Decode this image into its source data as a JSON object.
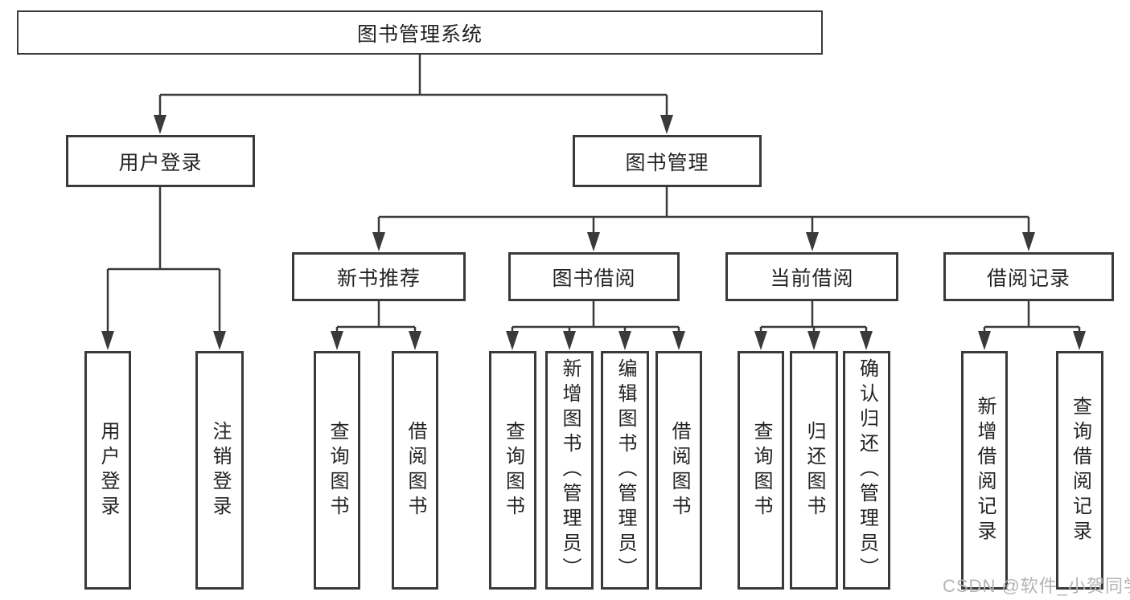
{
  "diagram_type": "functional-structure-chart",
  "colors": {
    "line": "#3a3a3a",
    "box_border": "#3a3a3a",
    "text": "#232323",
    "background": "#ffffff",
    "watermark": "#b4b4b4"
  },
  "tree": {
    "label": "图书管理系统",
    "children": [
      {
        "label": "用户登录",
        "children": [
          {
            "label": "用户登录"
          },
          {
            "label": "注销登录"
          }
        ]
      },
      {
        "label": "图书管理",
        "children": [
          {
            "label": "新书推荐",
            "children": [
              {
                "label": "查询图书"
              },
              {
                "label": "借阅图书"
              }
            ]
          },
          {
            "label": "图书借阅",
            "children": [
              {
                "label": "查询图书"
              },
              {
                "label": "新增图书（管理员）"
              },
              {
                "label": "编辑图书（管理员）"
              },
              {
                "label": "借阅图书"
              }
            ]
          },
          {
            "label": "当前借阅",
            "children": [
              {
                "label": "查询图书"
              },
              {
                "label": "归还图书"
              },
              {
                "label": "确认归还（管理员）"
              }
            ]
          },
          {
            "label": "借阅记录",
            "children": [
              {
                "label": "新增借阅记录"
              },
              {
                "label": "查询借阅记录"
              }
            ]
          }
        ]
      }
    ]
  },
  "watermark": "CSDN @软件_小贺同学"
}
